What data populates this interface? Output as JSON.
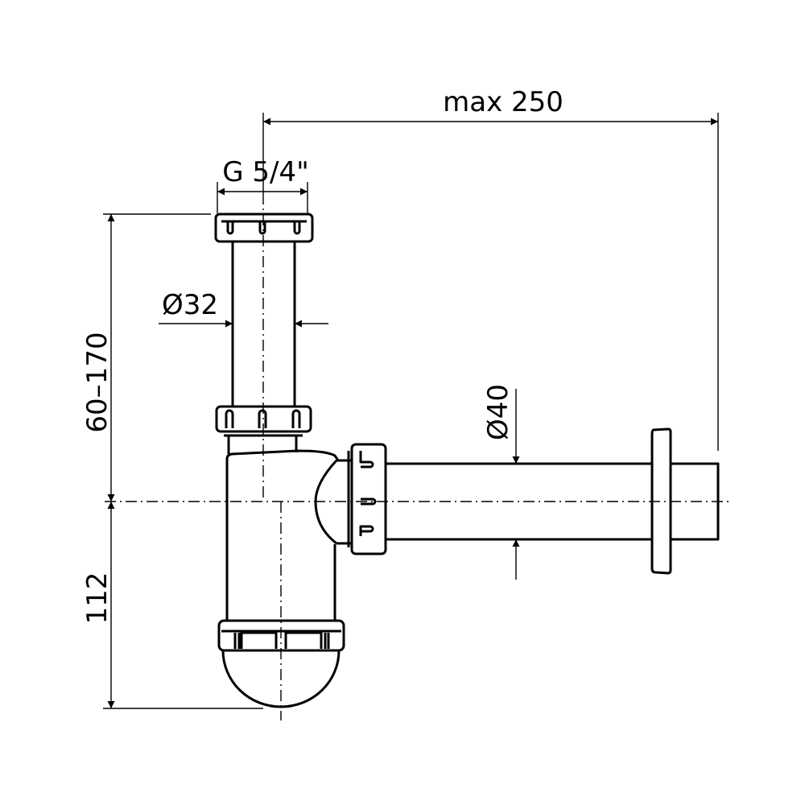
{
  "title": "Bottle trap dimension drawing",
  "dimensions": {
    "max_length": "max 250",
    "thread": "G 5/4\"",
    "inlet_diameter": "Ø32",
    "outlet_diameter": "Ø40",
    "height_adjust": "60–170",
    "trap_depth": "112"
  },
  "colors": {
    "line": "#000000",
    "background": "#ffffff"
  }
}
